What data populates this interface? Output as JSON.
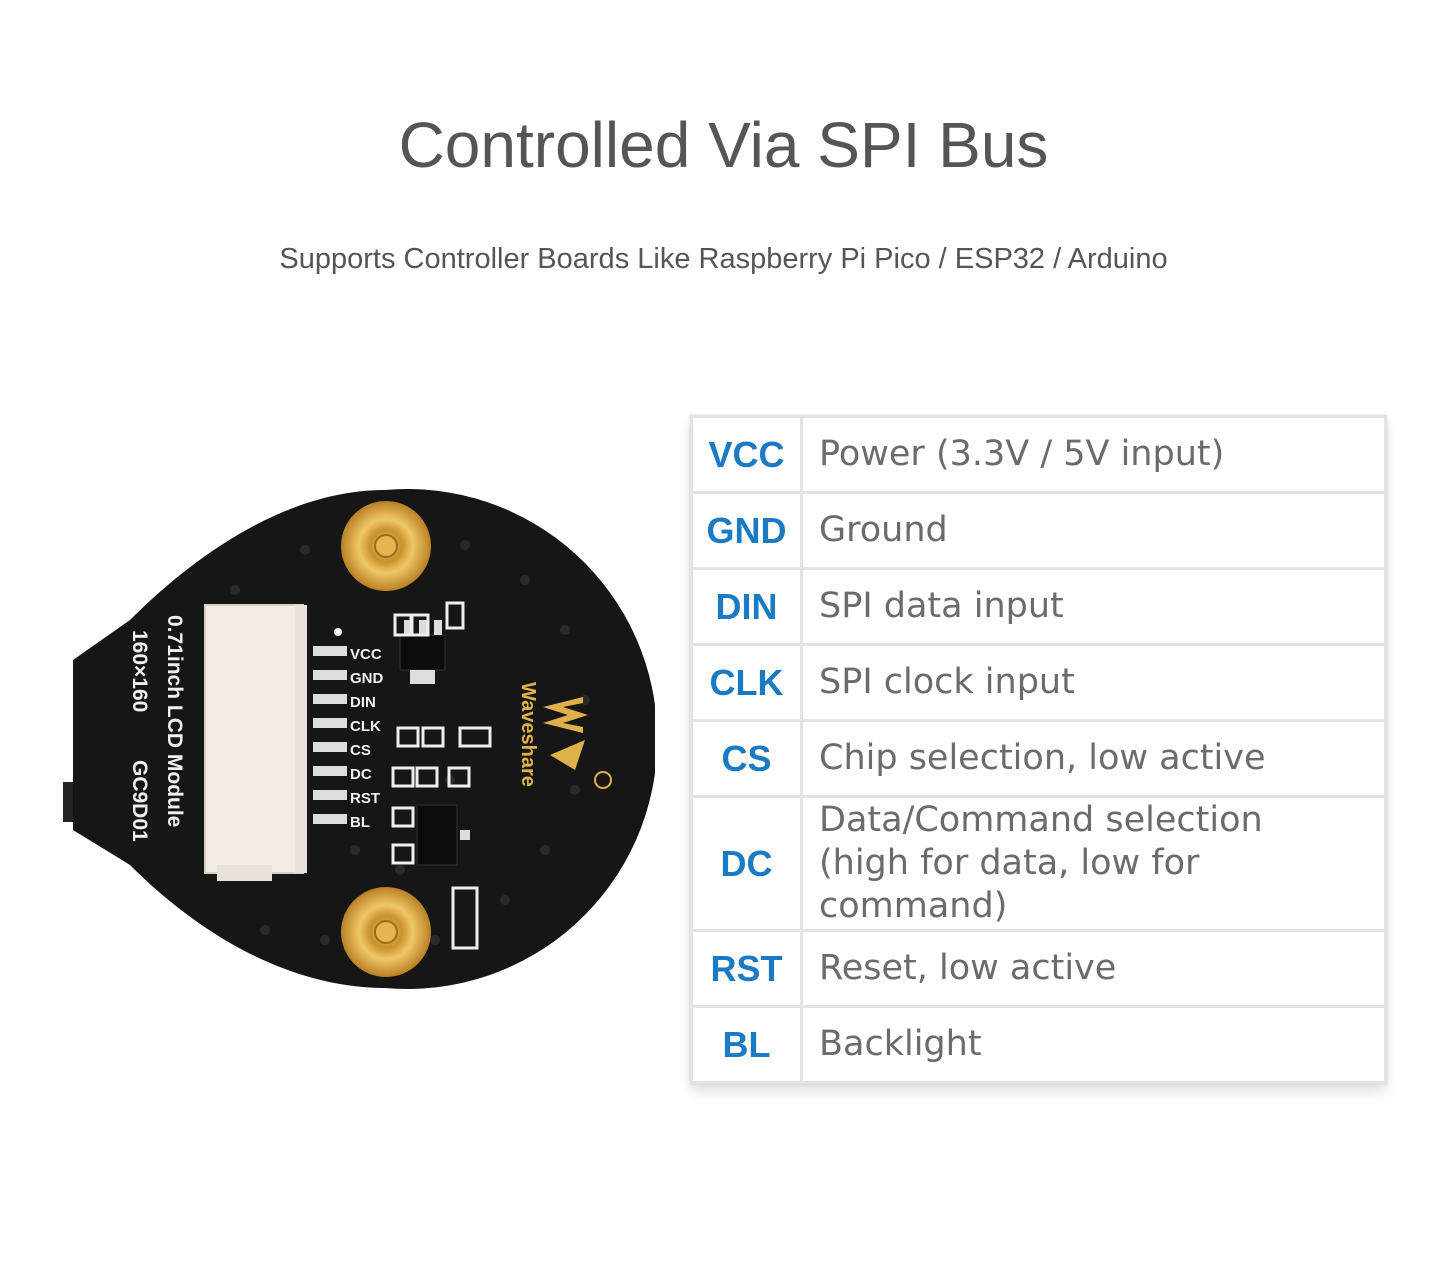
{
  "title": "Controlled Via SPI Bus",
  "subtitle": "Supports Controller Boards Like Raspberry Pi Pico / ESP32 / Arduino",
  "board": {
    "model": "0.71inch LCD Module",
    "resolution": "160×160",
    "driver": "GC9D01",
    "brand": "Waveshare",
    "silk_pins": [
      "VCC",
      "GND",
      "DIN",
      "CLK",
      "CS",
      "DC",
      "RST",
      "BL"
    ]
  },
  "pins": [
    {
      "name": "VCC",
      "desc": "Power (3.3V / 5V input)"
    },
    {
      "name": "GND",
      "desc": "Ground"
    },
    {
      "name": "DIN",
      "desc": "SPI data input"
    },
    {
      "name": "CLK",
      "desc": "SPI clock input"
    },
    {
      "name": "CS",
      "desc": "Chip selection, low active"
    },
    {
      "name": "DC",
      "desc": "Data/Command selection",
      "desc2": "(high for data, low for command)"
    },
    {
      "name": "RST",
      "desc": "Reset, low active"
    },
    {
      "name": "BL",
      "desc": "Backlight"
    }
  ],
  "colors": {
    "pin_name": "#1a7bc4",
    "pin_desc": "#6b6b6b",
    "title": "#555555",
    "board": "#161616",
    "pad": "#d9a33a"
  }
}
